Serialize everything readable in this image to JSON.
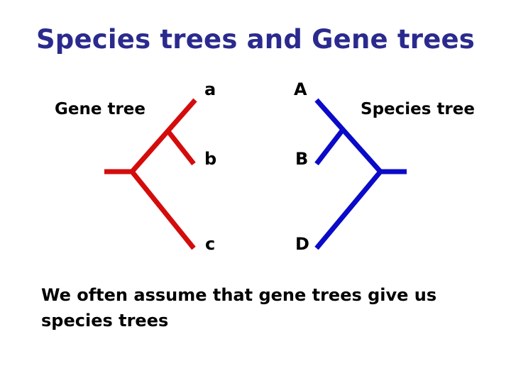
{
  "title": "Species trees and Gene trees",
  "gene_tree": {
    "label": "Gene tree",
    "color": "#d40c0c",
    "leaves": [
      "a",
      "b",
      "c"
    ],
    "newick": "((a,b),c)"
  },
  "species_tree": {
    "label": "Species tree",
    "color": "#0a0ac8",
    "leaves": [
      "A",
      "B",
      "D"
    ],
    "newick": "((A,B),D)"
  },
  "caption": "We often assume that gene trees give us species trees"
}
